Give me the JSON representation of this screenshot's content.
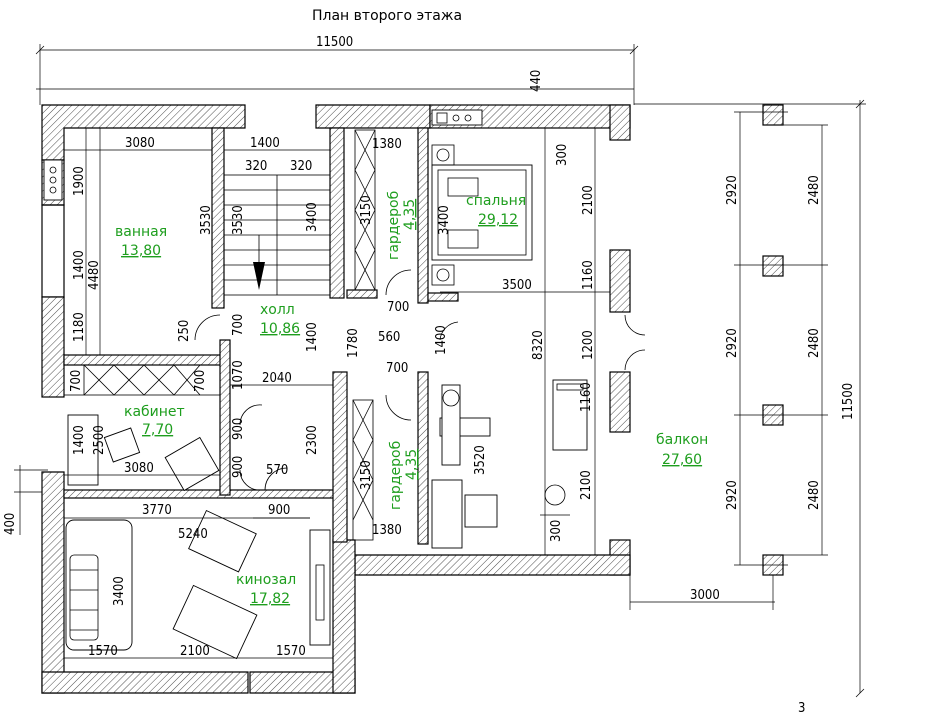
{
  "title": "План второго этажа",
  "rooms": {
    "bath": {
      "name": "ванная",
      "area": "13,80"
    },
    "hall": {
      "name": "холл",
      "area": "10,86"
    },
    "ward1": {
      "name": "гардероб",
      "area": "4,35"
    },
    "bedroom": {
      "name": "спальня",
      "area": "29,12"
    },
    "study": {
      "name": "кабинет",
      "area": "7,70"
    },
    "ward2": {
      "name": "гардероб",
      "area": "4,35"
    },
    "cinema": {
      "name": "кинозал",
      "area": "17,82"
    },
    "balcony": {
      "name": "балкон",
      "area": "27,60"
    }
  },
  "dims": {
    "top_total": "11500",
    "right_total": "11500",
    "offset_440": "440",
    "offset_400": "400",
    "bath_w": "3080",
    "stair_w": "1400",
    "st320a": "320",
    "st320b": "320",
    "ward_top": "1380",
    "b1900": "1900",
    "b4480": "4480",
    "b3530": "3530",
    "s3530": "3530",
    "s3400": "3400",
    "b1400": "1400",
    "b1180": "1180",
    "w3150a": "3150",
    "bed3400": "3400",
    "bed300": "300",
    "bed2100": "2100",
    "bed3500": "3500",
    "bed1160": "1160",
    "bed8320": "8320",
    "bed1200": "1200",
    "d700a": "700",
    "d560": "560",
    "d1400h": "1400",
    "d1780": "1780",
    "d1400v": "1400",
    "d250": "250",
    "d700b": "700",
    "d1070": "1070",
    "d2040": "2040",
    "d700c": "700",
    "d700d": "700",
    "d700e": "700",
    "st1400": "1400",
    "st2500": "2500",
    "st3080": "3080",
    "d900a": "900",
    "d900b": "900",
    "d2300": "2300",
    "d570": "570",
    "d900c": "900",
    "w3150b": "3150",
    "w1380b": "1380",
    "g3520": "3520",
    "g2100": "2100",
    "g1160": "1160",
    "g300": "300",
    "c3770": "3770",
    "c5240": "5240",
    "c3400": "3400",
    "c1570a": "1570",
    "c2100": "2100",
    "c1570b": "1570",
    "bal2920a": "2920",
    "bal2480a": "2480",
    "bal2920b": "2920",
    "bal2480b": "2480",
    "bal2920c": "2920",
    "bal2480c": "2480",
    "bal3000": "3000"
  },
  "page_mark": "3"
}
